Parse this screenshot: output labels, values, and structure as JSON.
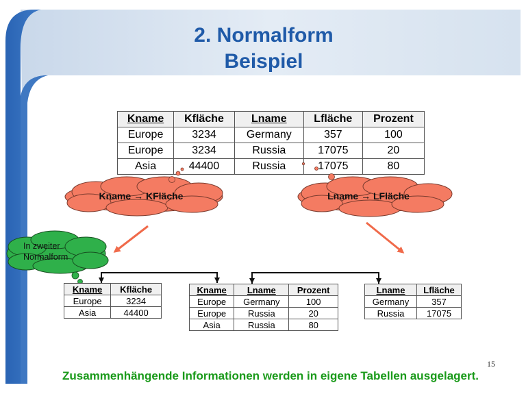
{
  "title": {
    "line1": "2. Normalform",
    "line2": "Beispiel"
  },
  "colors": {
    "title_blue": "#1f5aa8",
    "cloud_red": "#f47b62",
    "cloud_green": "#2fb04a",
    "arrow_orange": "#f06a4a",
    "footer_green": "#1a9a1a"
  },
  "main_table": {
    "headers": [
      "Kname",
      "Kfläche",
      "Lname",
      "Lfläche",
      "Prozent"
    ],
    "rows": [
      [
        "Europe",
        "3234",
        "Germany",
        "357",
        "100"
      ],
      [
        "Europe",
        "3234",
        "Russia",
        "17075",
        "20"
      ],
      [
        "Asia",
        "44400",
        "Russia",
        "17075",
        "80"
      ]
    ]
  },
  "clouds": {
    "left": "Kname → KFläche",
    "right": "Lname → LFläche",
    "green_line1": "In zweiter",
    "green_line2": "Normalform"
  },
  "table_k": {
    "headers": [
      "Kname",
      "Kfläche"
    ],
    "rows": [
      [
        "Europe",
        "3234"
      ],
      [
        "Asia",
        "44400"
      ]
    ]
  },
  "table_mid": {
    "headers": [
      "Kname",
      "Lname",
      "Prozent"
    ],
    "rows": [
      [
        "Europe",
        "Germany",
        "100"
      ],
      [
        "Europe",
        "Russia",
        "20"
      ],
      [
        "Asia",
        "Russia",
        "80"
      ]
    ]
  },
  "table_l": {
    "headers": [
      "Lname",
      "Lfläche"
    ],
    "rows": [
      [
        "Germany",
        "357"
      ],
      [
        "Russia",
        "17075"
      ]
    ]
  },
  "page_number": "15",
  "footer": "Zusammenhängende Informationen werden in eigene Tabellen ausgelagert."
}
